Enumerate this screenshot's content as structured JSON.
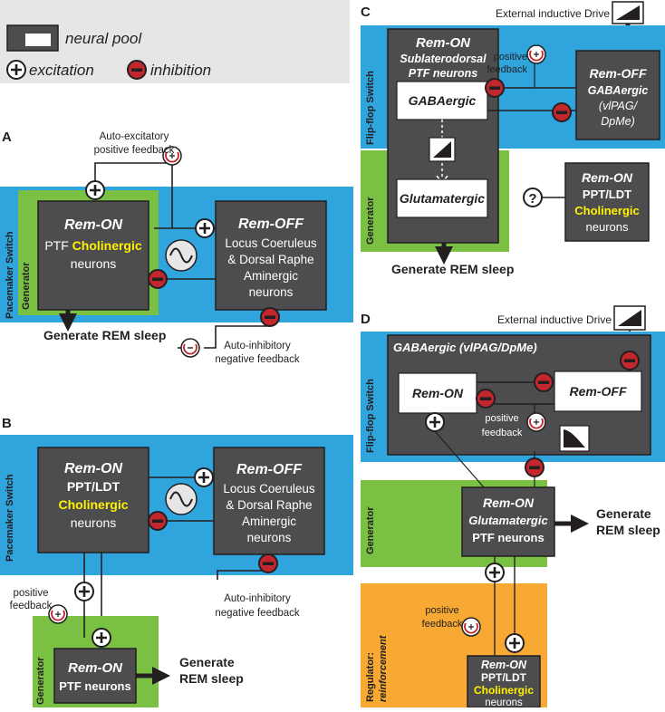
{
  "legend": {
    "pool": "neural pool",
    "excitation": "excitation",
    "inhibition": "inhibition"
  },
  "colors": {
    "blue": "#2fa4dd",
    "green": "#7ac143",
    "orange": "#f7a934",
    "pool": "#4d4d4f",
    "yellow": "#fff200",
    "red": "#c1272d",
    "legend_bg": "#e6e6e6"
  },
  "panelA": {
    "letter": "A",
    "band": "Pacemaker Switch",
    "gen": "Generator",
    "rem_on_title": "Rem-ON",
    "rem_on_l1": "PTF",
    "rem_on_l1b": "Cholinergic",
    "rem_on_l2": "neurons",
    "rem_off_title": "Rem-OFF",
    "rem_off_l1": "Locus Coeruleus",
    "rem_off_l2": "& Dorsal Raphe",
    "rem_off_l3": "Aminergic",
    "rem_off_l4": "neurons",
    "auto_exc_1": "Auto-excitatory",
    "auto_exc_2": "positive feedback",
    "auto_inh_1": "Auto-inhibitory",
    "auto_inh_2": "negative feedback",
    "output": "Generate REM sleep"
  },
  "panelB": {
    "letter": "B",
    "band": "Pacemaker Switch",
    "gen": "Generator",
    "rem_on_title": "Rem-ON",
    "rem_on_l1": "PPT/LDT",
    "rem_on_l2": "Cholinergic",
    "rem_on_l3": "neurons",
    "rem_off_title": "Rem-OFF",
    "rem_off_l1": "Locus Coeruleus",
    "rem_off_l2": "& Dorsal Raphe",
    "rem_off_l3": "Aminergic",
    "rem_off_l4": "neurons",
    "pos_fb_1": "positive",
    "pos_fb_2": "feedback",
    "auto_inh_1": "Auto-inhibitory",
    "auto_inh_2": "negative feedback",
    "gen_title": "Rem-ON",
    "gen_l1": "PTF neurons",
    "out_1": "Generate",
    "out_2": "REM sleep"
  },
  "panelC": {
    "letter": "C",
    "drive": "External inductive Drive",
    "band": "Flip-flop Switch",
    "gen": "Generator",
    "big_title": "Rem-ON",
    "big_l1": "Sublaterodorsal",
    "big_l2": "PTF neurons",
    "gaba": "GABAergic",
    "glut": "Glutamatergic",
    "pos_fb_1": "positive",
    "pos_fb_2": "feedback",
    "off_title": "Rem-OFF",
    "off_l1": "GABAergic",
    "off_l2": "(vlPAG/",
    "off_l3": "DpMe)",
    "q": "?",
    "chol_title": "Rem-ON",
    "chol_l1": "PPT/LDT",
    "chol_l2": "Cholinergic",
    "chol_l3": "neurons",
    "output": "Generate REM sleep"
  },
  "panelD": {
    "letter": "D",
    "drive": "External inductive Drive",
    "band": "Flip-flop Switch",
    "gen": "Generator",
    "reg_1": "Regulator:",
    "reg_2": "reinforcement",
    "gaba_title": "GABAergic (vlPAG/DpMe)",
    "rem_on": "Rem-ON",
    "rem_off": "Rem-OFF",
    "pos_fb_1": "positive",
    "pos_fb_2": "feedback",
    "glut_title": "Rem-ON",
    "glut_l1": "Glutamatergic",
    "glut_l2": "PTF neurons",
    "out_1": "Generate",
    "out_2": "REM sleep",
    "pos_fb2_1": "positive",
    "pos_fb2_2": "feedback",
    "chol_title": "Rem-ON",
    "chol_l1": "PPT/LDT",
    "chol_l2": "Cholinergic",
    "chol_l3": "neurons"
  }
}
